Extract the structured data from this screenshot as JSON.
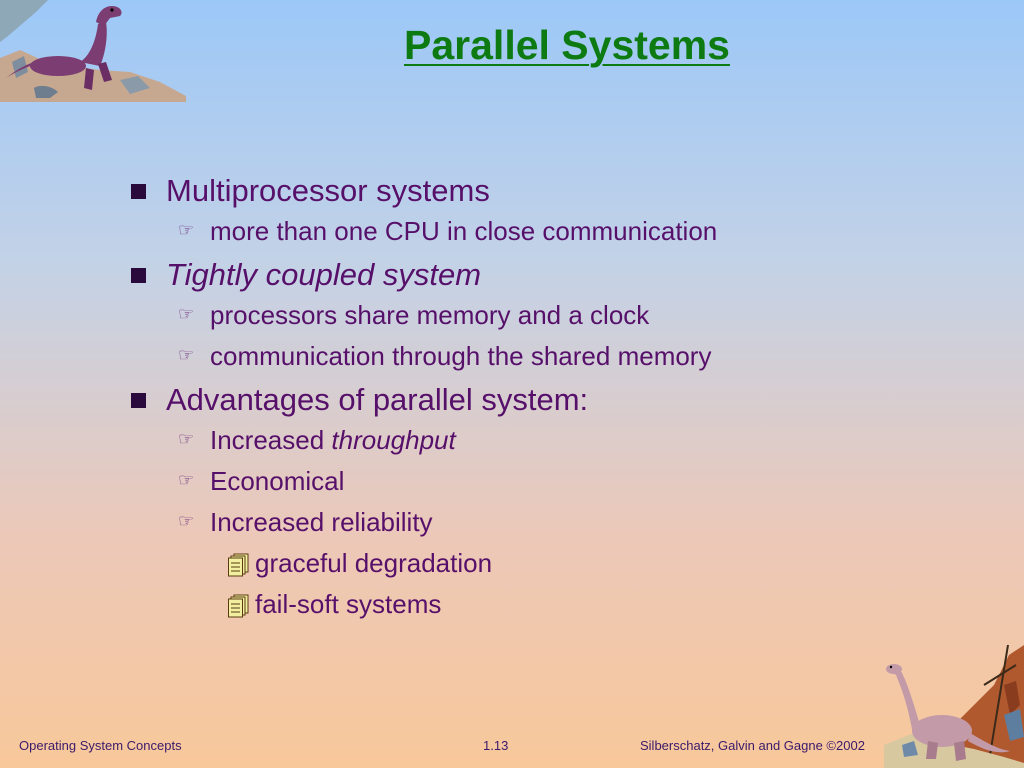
{
  "slide": {
    "title": "Parallel Systems",
    "items": [
      {
        "text": "Multiprocessor systems",
        "italic": false,
        "subitems": [
          {
            "text": "more than one CPU in close communication"
          }
        ]
      },
      {
        "text": "Tightly coupled system",
        "italic": true,
        "subitems": [
          {
            "text": "processors share memory and a clock"
          },
          {
            "text": "communication through the shared memory"
          }
        ]
      },
      {
        "text": "Advantages of parallel system:",
        "italic": false,
        "subitems": [
          {
            "text": "Increased ",
            "emphasis": "throughput"
          },
          {
            "text": "Economical"
          },
          {
            "text": "Increased reliability",
            "subsubitems": [
              {
                "text": "graceful degradation"
              },
              {
                "text": "fail-soft systems"
              }
            ]
          }
        ]
      }
    ]
  },
  "footer": {
    "left": "Operating System Concepts",
    "center": "1.13",
    "right": "Silberschatz, Galvin and  Gagne ©2002"
  },
  "icons": {
    "level1_bullet": "square-bullet-icon",
    "level2_bullet": "pointing-hand-icon",
    "level3_bullet": "document-stack-icon",
    "top_left_image": "dinosaur-illustration",
    "bottom_right_image": "dinosaur-illustration"
  },
  "colors": {
    "title": "#0d7a12",
    "body_text": "#57106a",
    "gradient_top": "#9cc8f8",
    "gradient_bottom": "#f8c89a"
  }
}
